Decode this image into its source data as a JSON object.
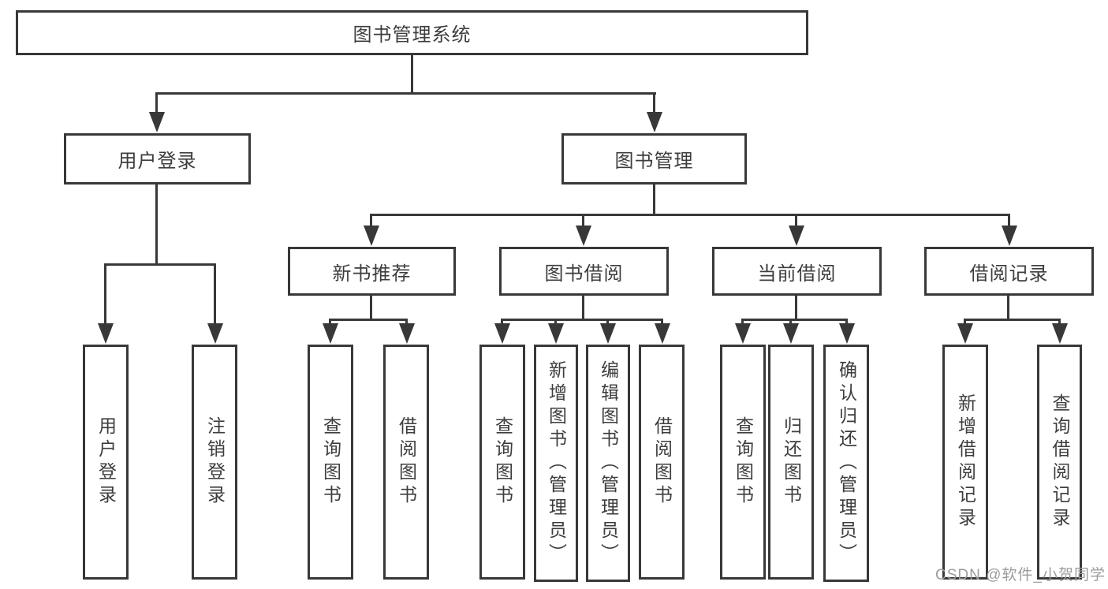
{
  "colors": {
    "stroke": "#383838",
    "node_fill": "#ffffff",
    "text": "#3d3d3d",
    "watermark_text": "#9c9c9c",
    "background": "#ffffff"
  },
  "watermark": {
    "text": "CSDN @软件_小贺同学"
  },
  "nodes": {
    "root": {
      "label": "图书管理系统"
    },
    "level2": {
      "user_login": {
        "label": "用户登录"
      },
      "book_management": {
        "label": "图书管理"
      }
    },
    "level3": {
      "new_book_recommend": {
        "label": "新书推荐"
      },
      "book_borrow": {
        "label": "图书借阅"
      },
      "current_borrow": {
        "label": "当前借阅"
      },
      "borrow_record": {
        "label": "借阅记录"
      }
    },
    "level4": {
      "user_login": {
        "label": "用户登录"
      },
      "logout": {
        "label": "注销登录"
      },
      "recommend_query_book": {
        "label": "查询图书"
      },
      "recommend_borrow_book": {
        "label": "借阅图书"
      },
      "borrow_query_book": {
        "label": "查询图书"
      },
      "borrow_add_book_admin": {
        "label": "新增图书（管理员）"
      },
      "borrow_edit_book_admin": {
        "label": "编辑图书（管理员）"
      },
      "borrow_borrow_book": {
        "label": "借阅图书"
      },
      "current_query_book": {
        "label": "查询图书"
      },
      "current_return_book": {
        "label": "归还图书"
      },
      "current_confirm_return_admin": {
        "label": "确认归还（管理员）"
      },
      "record_add_borrow": {
        "label": "新增借阅记录"
      },
      "record_query_borrow": {
        "label": "查询借阅记录"
      }
    }
  }
}
